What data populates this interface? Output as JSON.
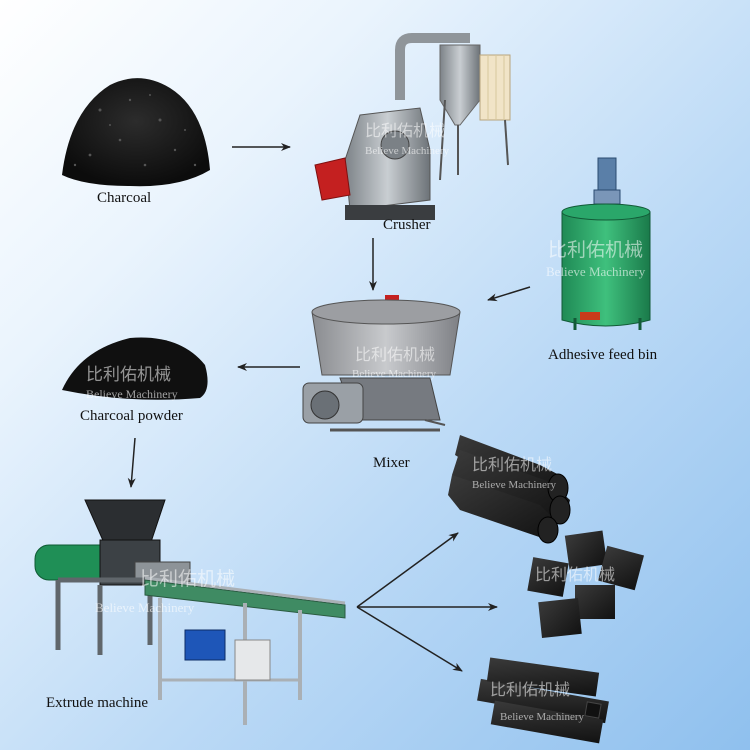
{
  "labels": {
    "charcoal": "Charcoal",
    "crusher": "Crusher",
    "adhesive_feed_bin": "Adhesive feed bin",
    "mixer": "Mixer",
    "charcoal_powder": "Charcoal powder",
    "extrude_machine": "Extrude machine"
  },
  "watermark": {
    "cn": "比利佑机械",
    "en": "Believe Machinery"
  }
}
